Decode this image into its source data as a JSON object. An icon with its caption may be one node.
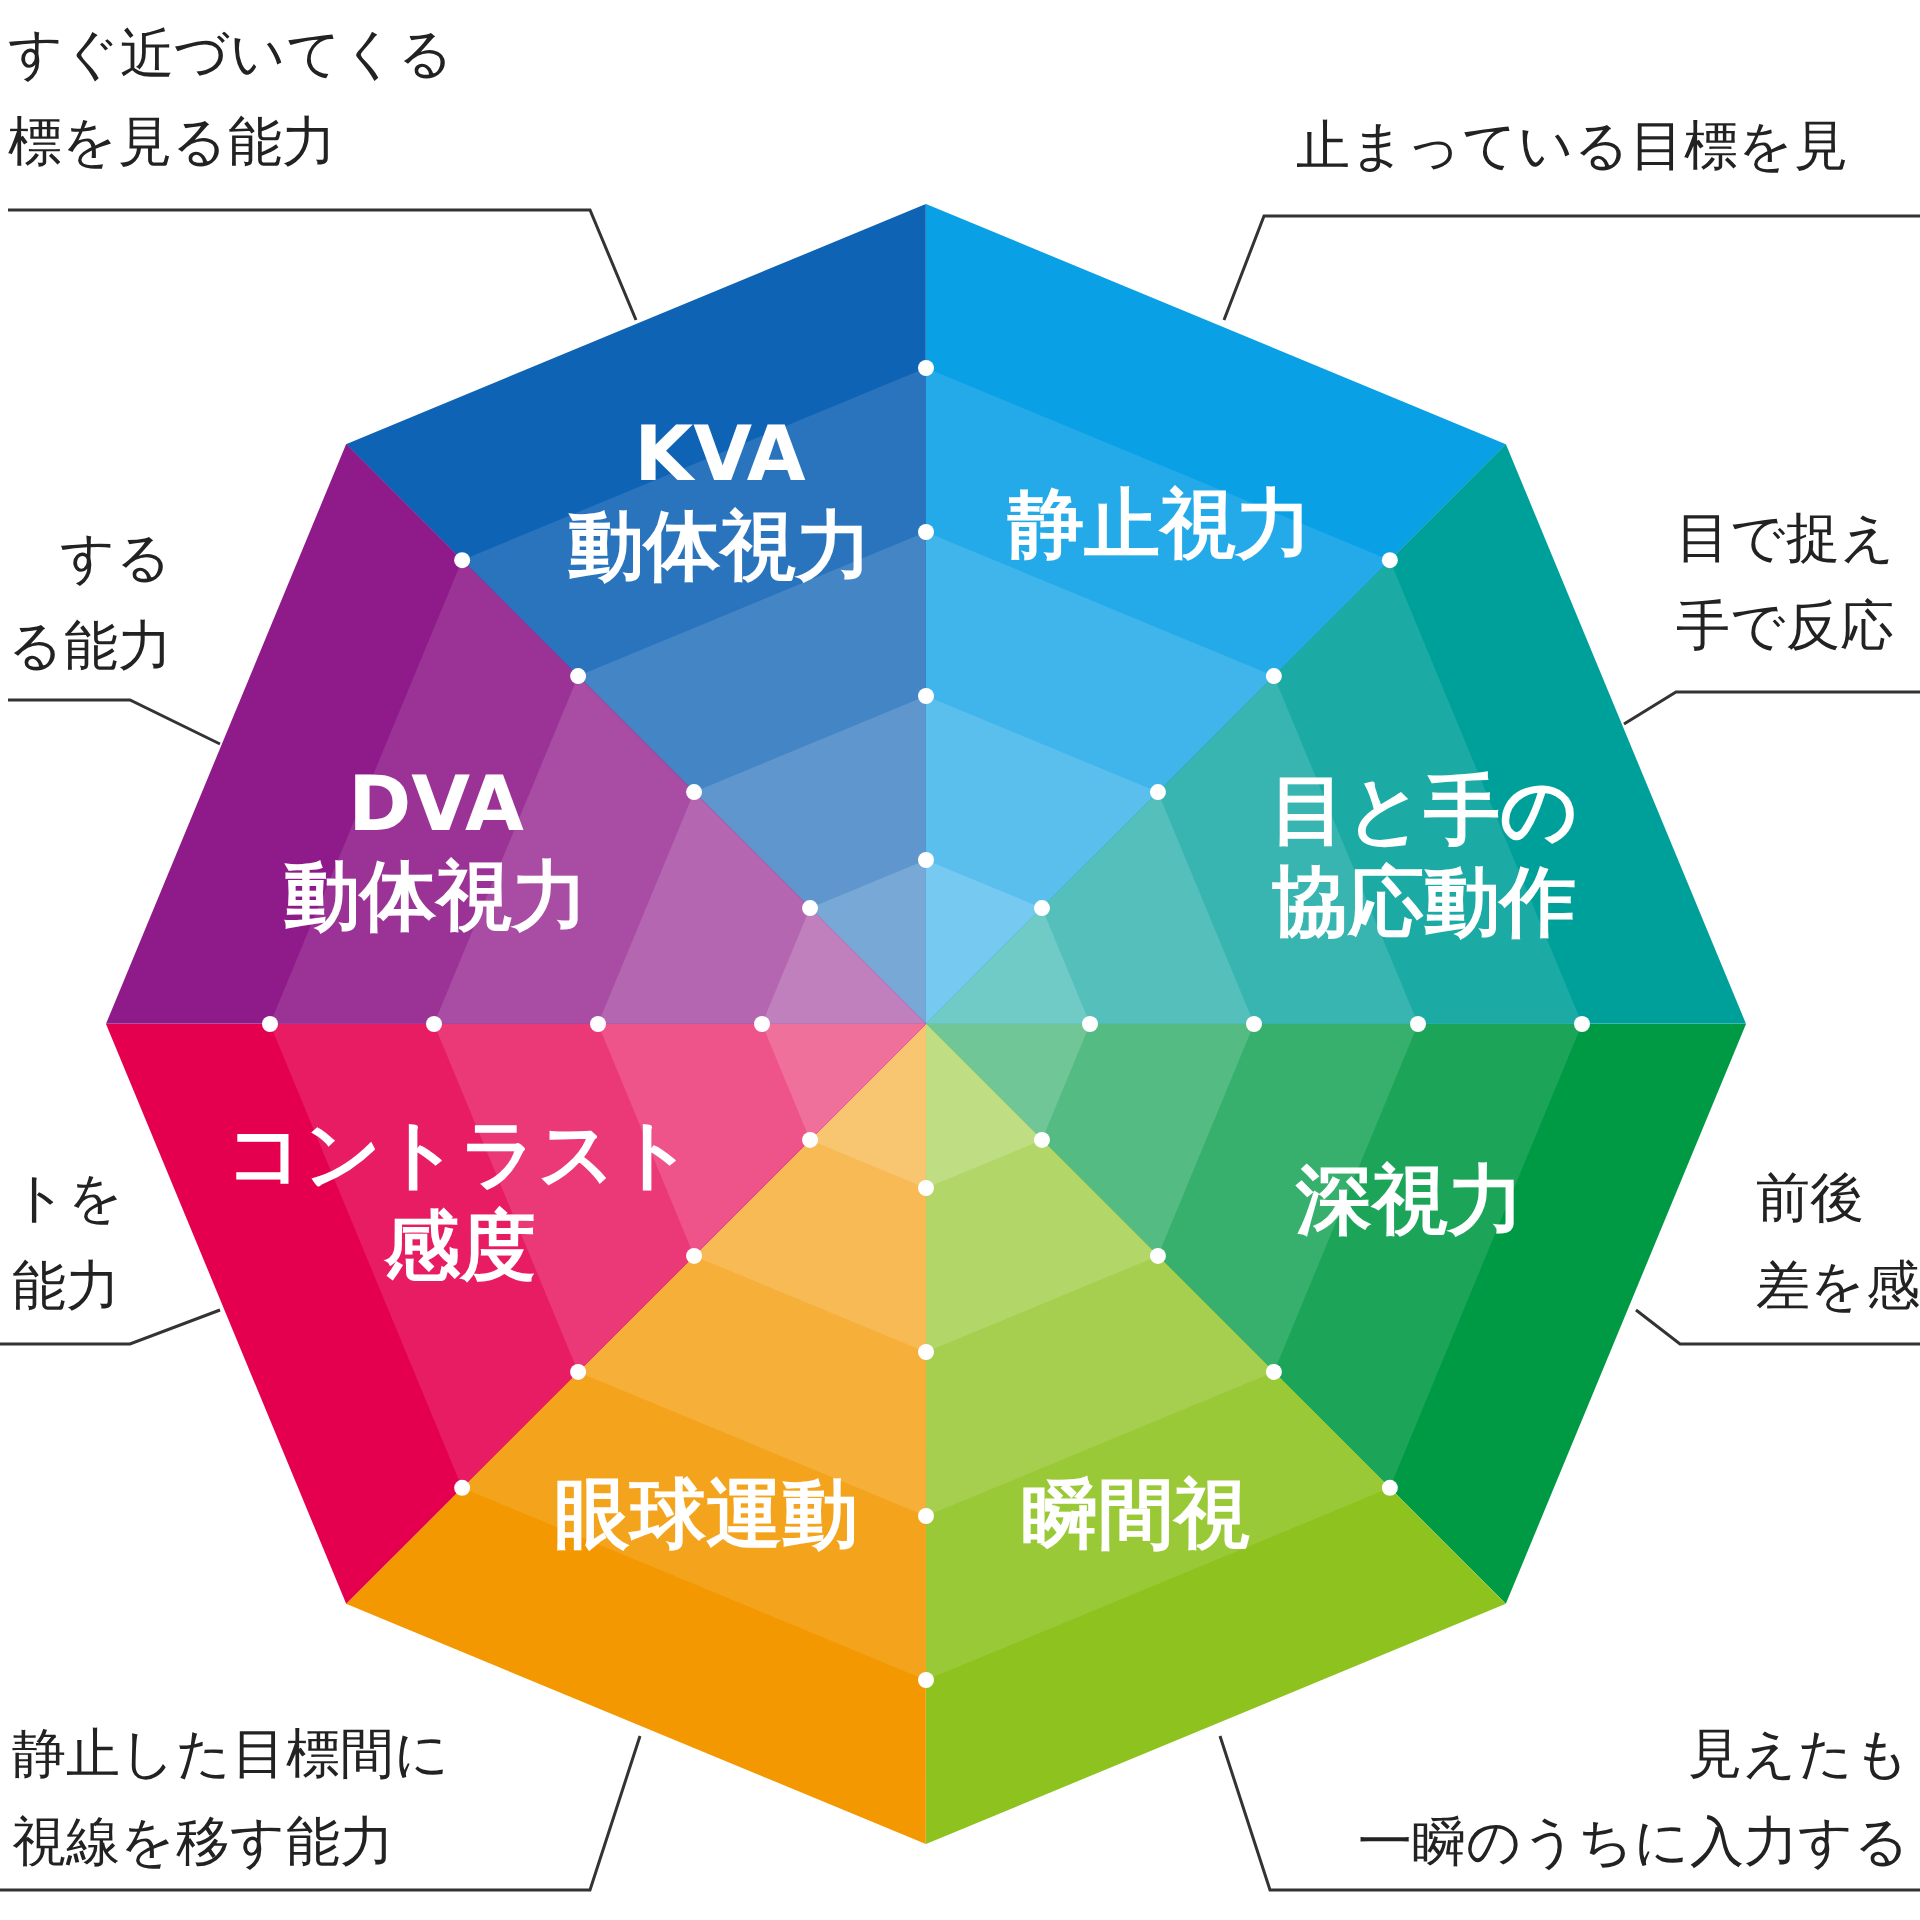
{
  "diagram": {
    "nodes": [
      {
        "text": [
          "KVA",
          "動体視力"
        ]
      },
      {
        "text": [
          "静止視力"
        ]
      },
      {
        "text": [
          "目と手の協応動作"
        ]
      },
      {
        "text": [
          "深視力"
        ]
      },
      {
        "text": [
          "瞬間視"
        ]
      },
      {
        "text": [
          "眼球運動"
        ]
      },
      {
        "text": [
          "コントラスト感度"
        ]
      },
      {
        "text": [
          "DVA",
          "動体視力"
        ]
      },
      {
        "text": [
          "すぐ近づいてくる標を見る能力"
        ]
      },
      {
        "text": [
          "止まっている目標を見"
        ]
      },
      {
        "text": [
          "目で捉え手で反応"
        ]
      },
      {
        "text": [
          "前後差を感"
        ]
      },
      {
        "text": [
          "見えたも一瞬のうちに入力する"
        ]
      },
      {
        "text": [
          "静止した目標間に視線を移す能力"
        ]
      },
      {
        "text": [
          "トを能力"
        ]
      },
      {
        "text": [
          "するる能力"
        ]
      }
    ],
    "edges": [
      {
        "from": 8,
        "to": 0,
        "arrow": "none"
      },
      {
        "from": 9,
        "to": 1,
        "arrow": "none"
      },
      {
        "from": 10,
        "to": 2,
        "arrow": "none"
      },
      {
        "from": 11,
        "to": 3,
        "arrow": "none"
      },
      {
        "from": 12,
        "to": 4,
        "arrow": "none"
      },
      {
        "from": 13,
        "to": 5,
        "arrow": "none"
      },
      {
        "from": 14,
        "to": 6,
        "arrow": "none"
      },
      {
        "from": 15,
        "to": 7,
        "arrow": "none"
      }
    ]
  }
}
